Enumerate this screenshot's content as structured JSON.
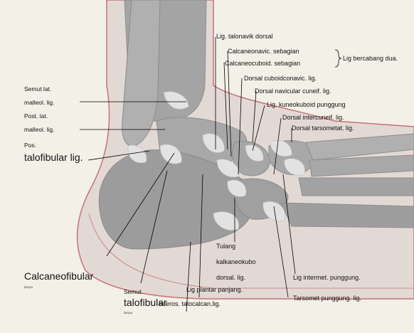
{
  "labels": {
    "talonavik_dorsal": "Lig. talonavik dorsal",
    "calcaneonavic": "Calcaneonavic. sebagian",
    "calcaneocuboid": "Calcaneocuboid. sebagian",
    "bifurcate": "Lig bercabang dua.",
    "cuboidconavic": "Dorsal cuboidconavic. lig.",
    "navicular_cuneif": "Dorsal navicular cuneif. lig.",
    "kuneokuboid": "Lig. kuneokuboid punggung",
    "intercuneif": "Dorsal intercuneif. lig.",
    "tarsometat": "Dorsal tarsometat. lig.",
    "semut_lat": "Semut lat.",
    "malleol_1": "malleol. lig.",
    "post_lat": "Post. lat.",
    "malleol_2": "malleol. lig.",
    "pos": "Pos.",
    "talofibular_post": "talofibular lig.",
    "calcaneofibular": "Calcaneofibular",
    "lampu_1": "lampu",
    "semut": "Semut.",
    "talofibular_ant": "talofibular",
    "lampu_2": "lampu",
    "tulang": "Tulang",
    "kalkaneokubo": "kalkaneokubo",
    "dorsal_lig": "dorsal. lig.",
    "plantar_panjang": "Lig plantar panjang.",
    "interos": "Interos. talocalcan.lig.",
    "intermet": "Lig intermet. punggung.",
    "tarsomet_punggung": "Tarsomet punggung. lig."
  },
  "colors": {
    "background": "#f3f0e8",
    "skin_fill": "#e3d9d4",
    "skin_outline": "#c8707a",
    "bone": "#a4a4a4",
    "bone_shadow": "#8e8e8e",
    "ligament": "#e2e2e2",
    "leader": "#000000"
  }
}
